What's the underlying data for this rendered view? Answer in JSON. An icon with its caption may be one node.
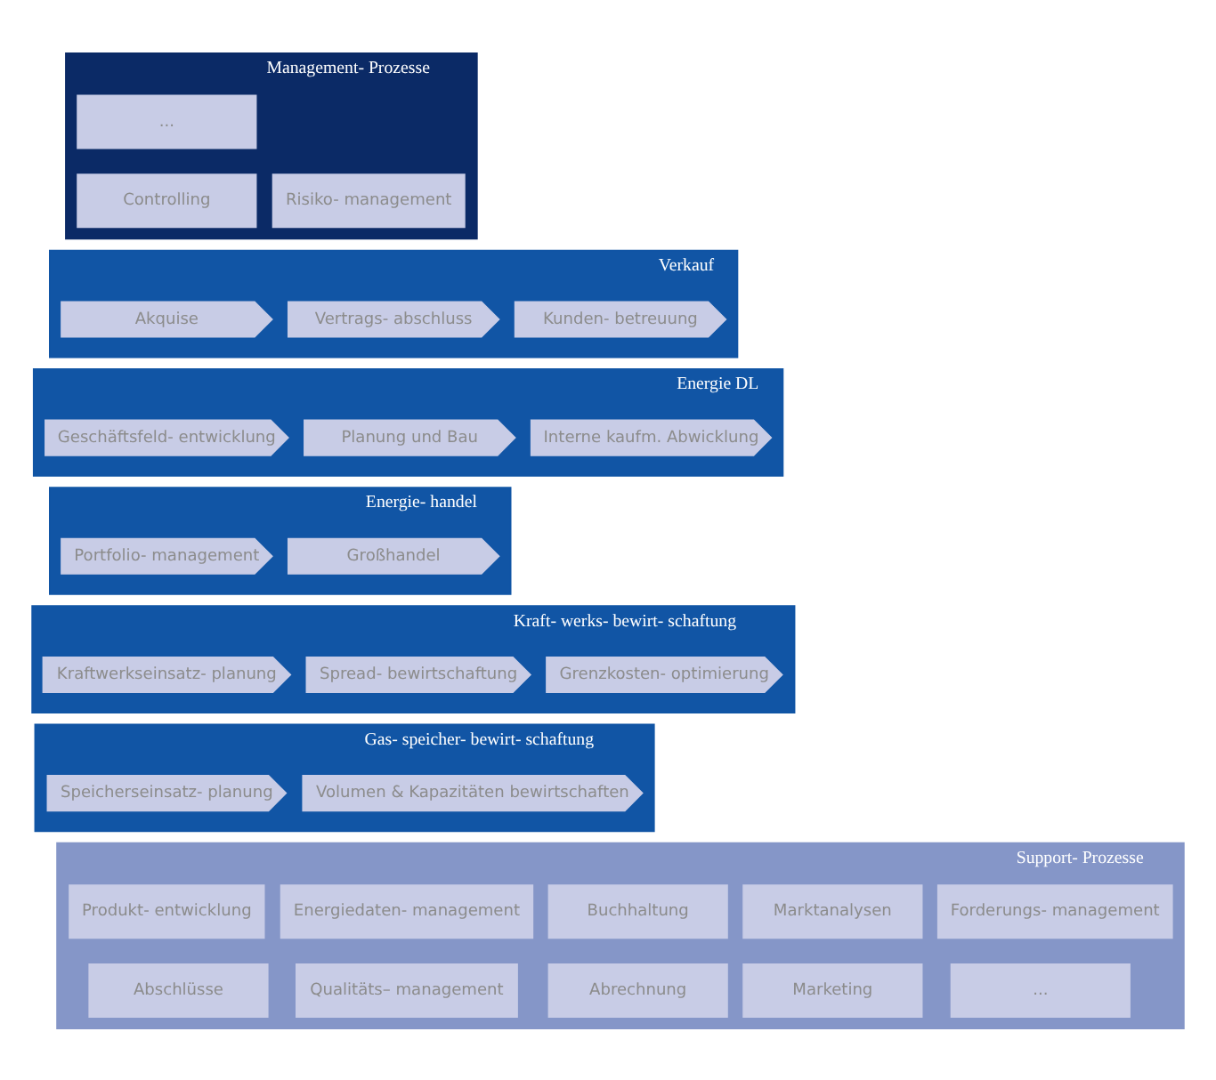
{
  "diagram": {
    "nodes": [
      {
        "text": [
          "Management- Prozesse"
        ]
      },
      {
        "text": [
          "..."
        ],
        "in": 0
      },
      {
        "text": [
          "Controlling"
        ],
        "in": 0
      },
      {
        "text": [
          "Risiko- management"
        ],
        "in": 0
      },
      {
        "text": [
          "Verkauf"
        ]
      },
      {
        "text": [
          "Akquise"
        ],
        "in": 4
      },
      {
        "text": [
          "Vertrags- abschluss"
        ],
        "in": 4
      },
      {
        "text": [
          "Kunden- betreuung"
        ],
        "in": 4
      },
      {
        "text": [
          "Energie DL"
        ]
      },
      {
        "text": [
          "Geschäftsfeld- entwicklung"
        ],
        "in": 8
      },
      {
        "text": [
          "Planung und Bau"
        ],
        "in": 8
      },
      {
        "text": [
          "Interne kaufm. Abwicklung"
        ],
        "in": 8
      },
      {
        "text": [
          "Energie- handel"
        ]
      },
      {
        "text": [
          "Portfolio- management"
        ],
        "in": 12
      },
      {
        "text": [
          "Großhandel"
        ],
        "in": 12
      },
      {
        "text": [
          "Kraft- werks- bewirt- schaftung"
        ]
      },
      {
        "text": [
          "Kraftwerkseinsatz- planung"
        ],
        "in": 15
      },
      {
        "text": [
          "Spread- bewirtschaftung"
        ],
        "in": 15
      },
      {
        "text": [
          "Grenzkosten- optimierung"
        ],
        "in": 15
      },
      {
        "text": [
          "Gas- speicher- bewirt- schaftung"
        ]
      },
      {
        "text": [
          "Speicherseinsatz- planung"
        ],
        "in": 19
      },
      {
        "text": [
          "Volumen & Kapazitäten bewirtschaften"
        ],
        "in": 19
      },
      {
        "text": [
          "Support- Prozesse"
        ]
      },
      {
        "text": [
          "Produkt- entwicklung"
        ],
        "in": 22
      },
      {
        "text": [
          "Energiedaten- management"
        ],
        "in": 22
      },
      {
        "text": [
          "Buchhaltung"
        ],
        "in": 22
      },
      {
        "text": [
          "Marktanalysen"
        ],
        "in": 22
      },
      {
        "text": [
          "Forderungs- management"
        ],
        "in": 22
      },
      {
        "text": [
          "Abschlüsse"
        ],
        "in": 22
      },
      {
        "text": [
          "Qualitäts– management"
        ],
        "in": 22
      },
      {
        "text": [
          "Abrechnung"
        ],
        "in": 22
      },
      {
        "text": [
          "Marketing"
        ],
        "in": 22
      },
      {
        "text": [
          "..."
        ],
        "in": 22
      }
    ],
    "edges": []
  }
}
